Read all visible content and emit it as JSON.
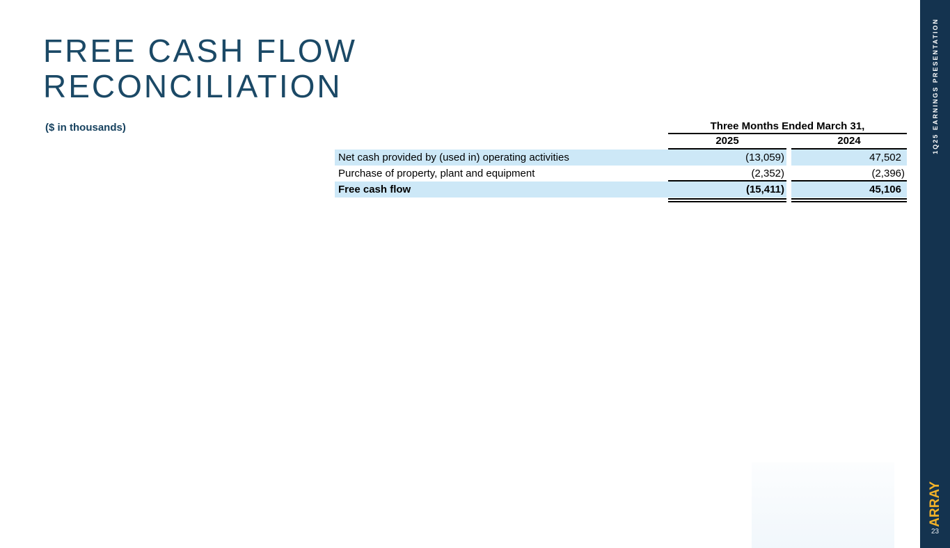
{
  "slide": {
    "title_line1": "FREE CASH FLOW",
    "title_line2": "RECONCILIATION",
    "subtitle": "($ in thousands)",
    "page_number": "23"
  },
  "table": {
    "period_header": "Three Months Ended March 31,",
    "columns": [
      "2025",
      "2024"
    ],
    "rows": [
      {
        "label": "Net cash provided by (used in) operating activities",
        "y2025": "(13,059)",
        "y2024": "47,502"
      },
      {
        "label": "Purchase of property, plant and equipment",
        "y2025": "(2,352)",
        "y2024": "(2,396)"
      },
      {
        "label": "Free cash flow",
        "y2025": "(15,411)",
        "y2024": "45,106"
      }
    ]
  },
  "sidebar": {
    "vertical_label": "1Q25 EARNINGS PRESENTATION",
    "logo_text": "ARRAY"
  },
  "colors": {
    "title_navy": "#1b4966",
    "sidebar_navy": "#14334f",
    "row_highlight_blue": "#cde8f7",
    "logo_yellow": "#f3b229",
    "table_line_black": "#000000"
  }
}
